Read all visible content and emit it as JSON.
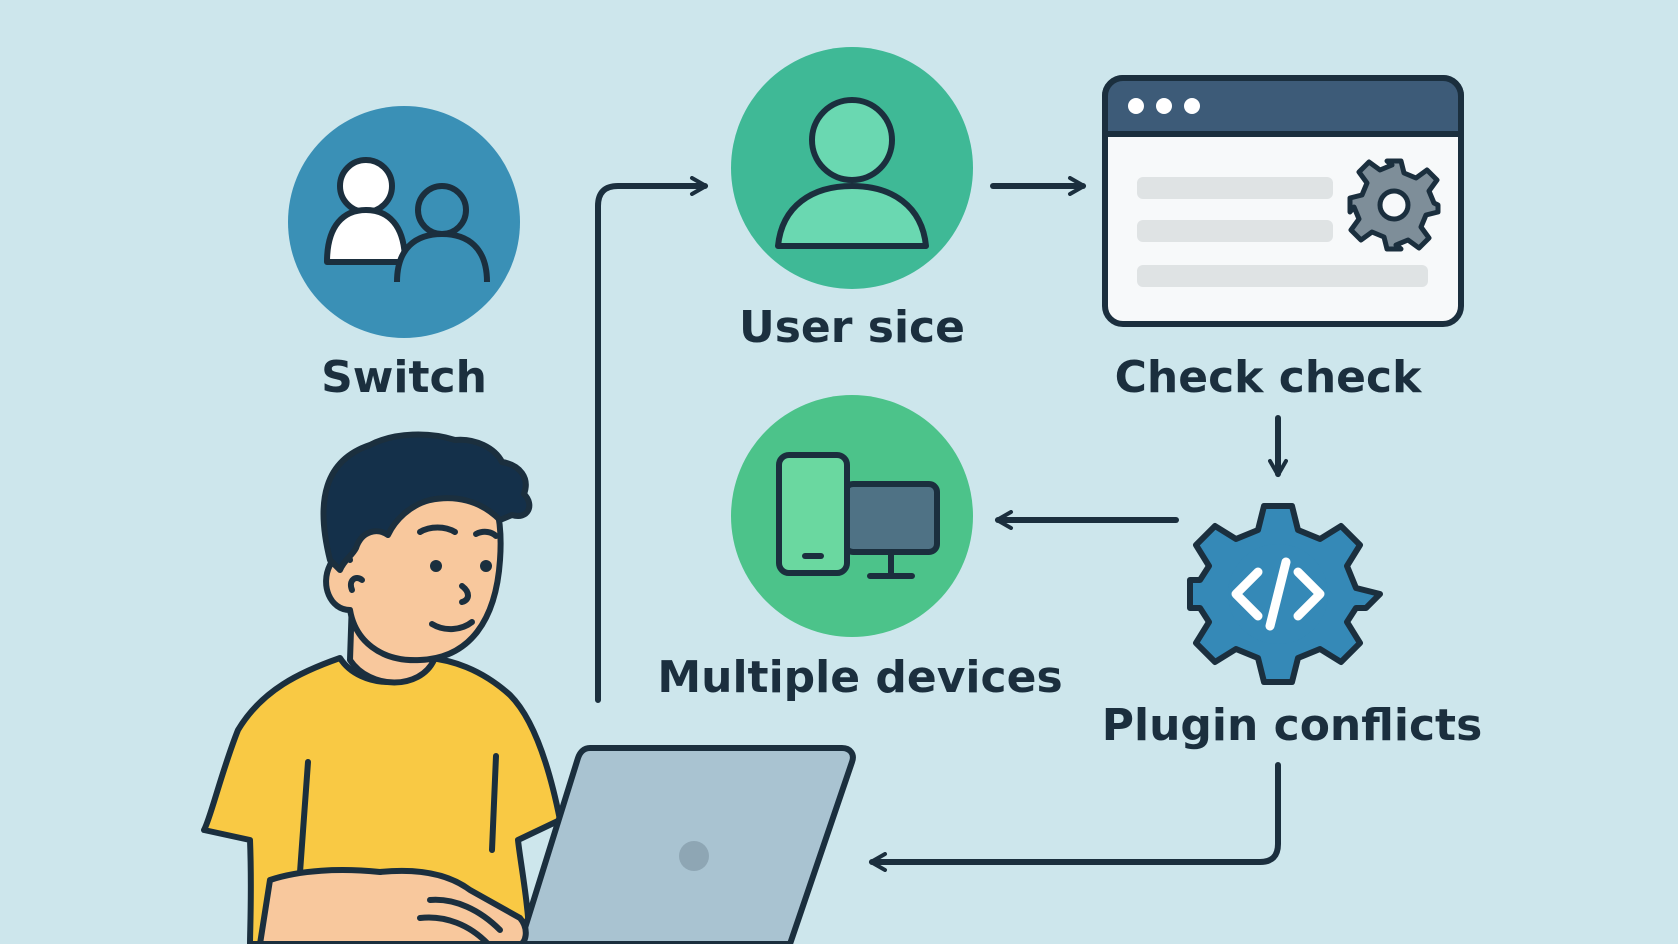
{
  "diagram": {
    "nodes": {
      "switch": {
        "label": "Switch",
        "icon": "two-users-icon",
        "color": "#3a90b6"
      },
      "user_sice": {
        "label": "User sice",
        "icon": "user-icon",
        "color": "#3fb996"
      },
      "check_check": {
        "label": "Check check",
        "icon": "browser-settings-window-icon",
        "color": "#3d5b78"
      },
      "plugin_conflicts": {
        "label": "Plugin conflicts",
        "icon": "code-gear-icon",
        "color": "#3589b7"
      },
      "multiple_devices": {
        "label": "Multiple devices",
        "icon": "devices-icon",
        "color": "#4cc38a"
      }
    },
    "flow": [
      "user_sice",
      "check_check",
      "plugin_conflicts",
      "multiple_devices"
    ],
    "illustration": "person-at-laptop",
    "colors": {
      "background": "#cde6ec",
      "outline": "#1b2f3e",
      "shirt": "#f9c944",
      "skin": "#f8c89d",
      "laptop": "#a9c3d1"
    }
  }
}
